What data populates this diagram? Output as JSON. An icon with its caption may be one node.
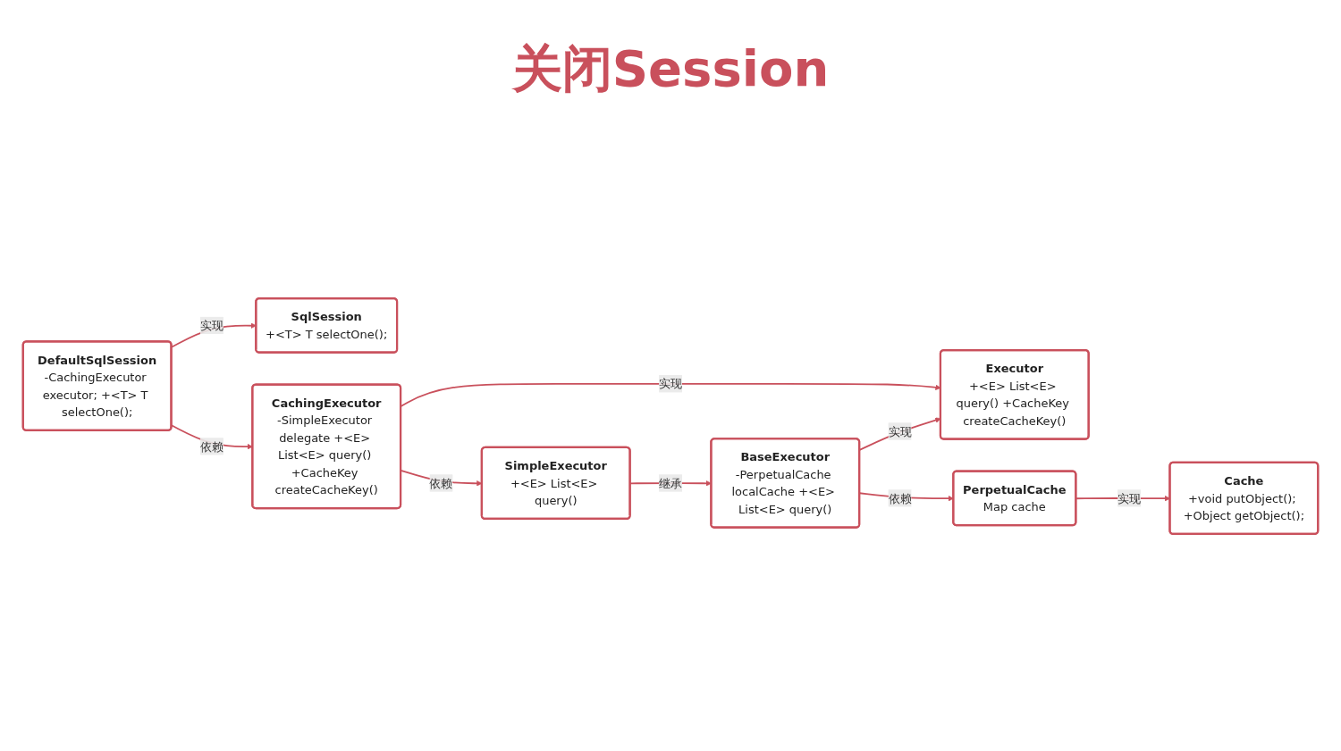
{
  "diagram": {
    "title": "关闭Session",
    "nodes": [
      {
        "text": [
          "SqlSession",
          "+<T> T selectOne();"
        ]
      },
      {
        "text": [
          "DefaultSqlSession",
          "-CachingExecutor executor; +<T> T selectOne();"
        ]
      },
      {
        "text": [
          "CachingExecutor",
          "-SimpleExecutor delegate +<E> List<E> query() +CacheKey createCacheKey()"
        ]
      },
      {
        "text": [
          "Executor",
          "+<E> List<E> query() +CacheKey createCacheKey()"
        ]
      },
      {
        "text": [
          "BaseExecutor",
          "-PerpetualCache localCache +<E> List<E> query()"
        ]
      },
      {
        "text": [
          "SimpleExecutor",
          "+<E> List<E> query()"
        ]
      },
      {
        "text": [
          "Cache",
          "+void putObject(); +Object getObject();"
        ]
      },
      {
        "text": [
          "PerpetualCache",
          "Map cache"
        ]
      }
    ],
    "edges": [
      {
        "from": 1,
        "to": 0,
        "arrow": "to",
        "label": "实现"
      },
      {
        "from": 1,
        "to": 2,
        "arrow": "to",
        "label": "依赖"
      },
      {
        "from": 2,
        "to": 3,
        "arrow": "to",
        "label": "实现"
      },
      {
        "from": 2,
        "to": 5,
        "arrow": "to",
        "label": "依赖"
      },
      {
        "from": 4,
        "to": 3,
        "arrow": "to",
        "label": "实现"
      },
      {
        "from": 5,
        "to": 4,
        "arrow": "to",
        "label": "继承"
      },
      {
        "from": 4,
        "to": 7,
        "arrow": "to",
        "label": "依赖"
      },
      {
        "from": 7,
        "to": 6,
        "arrow": "to",
        "label": "实现"
      }
    ]
  }
}
